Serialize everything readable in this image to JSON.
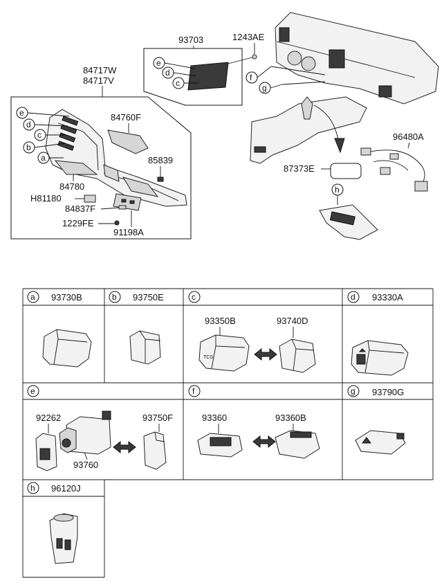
{
  "callouts": {
    "p93703": "93703",
    "p1243AE": "1243AE",
    "p84717W": "84717W",
    "p84717V": "84717V",
    "p84760F": "84760F",
    "p85839": "85839",
    "p84780": "84780",
    "pH81180": "H81180",
    "p84837F": "84837F",
    "p1229FE": "1229FE",
    "p91198A": "91198A",
    "p96480A": "96480A",
    "p87373E": "87373E"
  },
  "letters": {
    "a": "a",
    "b": "b",
    "c": "c",
    "d": "d",
    "e": "e",
    "f": "f",
    "g": "g",
    "h": "h"
  },
  "table": {
    "a": "93730B",
    "b": "93750E",
    "c1": "93350B",
    "c2": "93740D",
    "d": "93330A",
    "e1": "92262",
    "e2": "93760",
    "e3": "93750F",
    "f1": "93360",
    "f2": "93360B",
    "g": "93790G",
    "h": "96120J"
  }
}
